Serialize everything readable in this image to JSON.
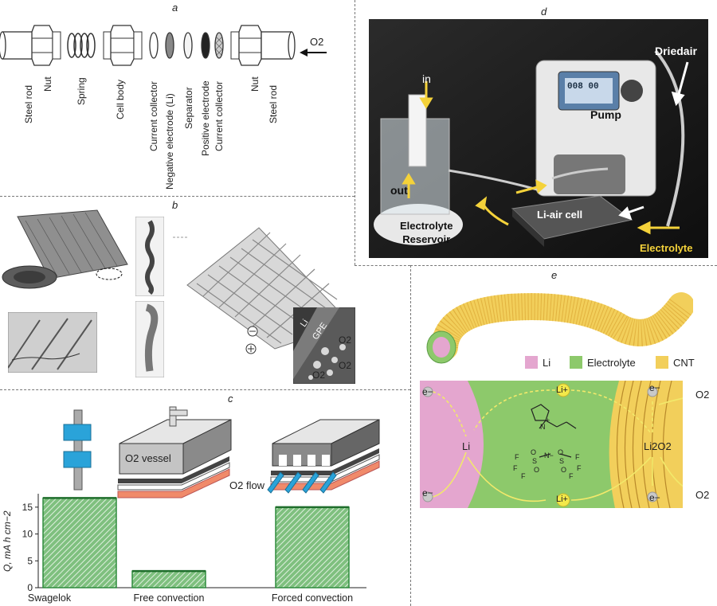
{
  "panels": {
    "a": "a",
    "b": "b",
    "c": "c",
    "d": "d",
    "e": "e"
  },
  "panel_a": {
    "gas_label": "O2",
    "components": [
      "Steel rod",
      "Nut",
      "Spring",
      "Cell body",
      "Current collector",
      "Negative electrode (Li)",
      "Separator",
      "Positive electrode",
      "Current collector",
      "Nut",
      "Steel rod"
    ]
  },
  "panel_b": {
    "li_label": "Li",
    "gpe_label": "GPE",
    "o2_labels": [
      "O2",
      "O2",
      "O2"
    ],
    "minus_sign": "−",
    "plus_sign": "+"
  },
  "panel_c": {
    "vessel_label": "O2 vessel",
    "flow_label": "O2 flow",
    "ylabel": "Q, mA h cm−2",
    "bar_color": "#2e8b3d"
  },
  "panel_d": {
    "labels": {
      "in": "in",
      "out": "out",
      "dried_air": "Driedair",
      "pump": "Pump",
      "reservoir_line1": "Electrolyte",
      "reservoir_line2": "Reservoir",
      "cell": "Li-air cell",
      "electrolyte": "Electrolyte"
    },
    "pump_display": "008 00"
  },
  "panel_e": {
    "legend": [
      {
        "label": "Li",
        "color": "#e4a6cf"
      },
      {
        "label": "Electrolyte",
        "color": "#8dc96b"
      },
      {
        "label": "CNT",
        "color": "#f2cf5b"
      }
    ],
    "electron": "e−",
    "li_ion": "Li+",
    "li": "Li",
    "li2o2": "Li2O2",
    "o2": "O2",
    "molecule_atoms": [
      "N",
      "N−",
      "S",
      "S",
      "O",
      "O",
      "O",
      "O",
      "F",
      "F",
      "F",
      "F",
      "F",
      "F",
      "+"
    ]
  },
  "chart_data": {
    "type": "bar",
    "categories": [
      "Swagelok",
      "Free convection",
      "Forced convection"
    ],
    "values": [
      16.7,
      3.1,
      15.0
    ],
    "ylabel": "Q, mA h cm−2",
    "yticks": [
      0,
      5,
      10,
      15
    ],
    "ylim": [
      0,
      17.5
    ],
    "grid": false
  }
}
